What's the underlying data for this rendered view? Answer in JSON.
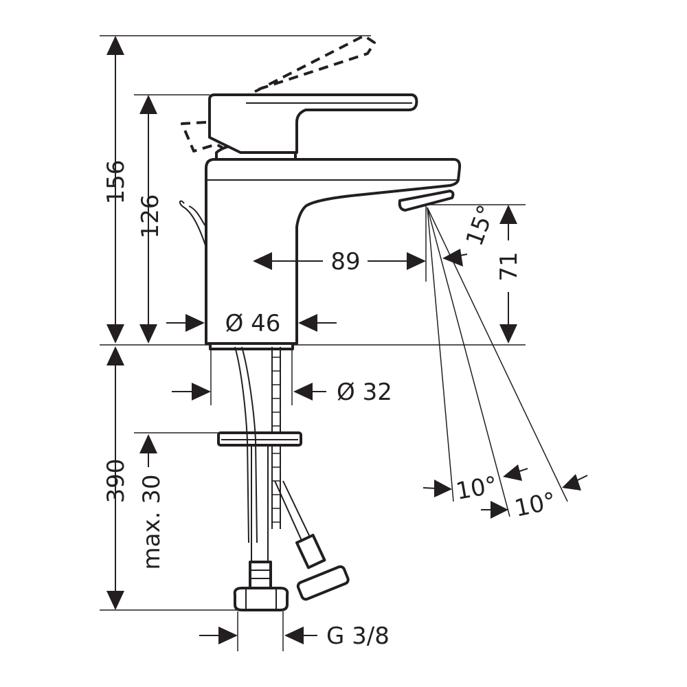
{
  "dimensions": {
    "total_height": "156",
    "body_height": "126",
    "spout_reach": "89",
    "outlet_height": "71",
    "spray_angle": "15°",
    "body_diameter": "Ø 46",
    "shank_diameter": "Ø 32",
    "pipe_length": "390",
    "max_deck": "max. 30",
    "spread_angle_1": "10°",
    "spread_angle_2": "10°",
    "thread": "G 3/8"
  },
  "colors": {
    "line": "#231f20",
    "background": "#ffffff"
  }
}
